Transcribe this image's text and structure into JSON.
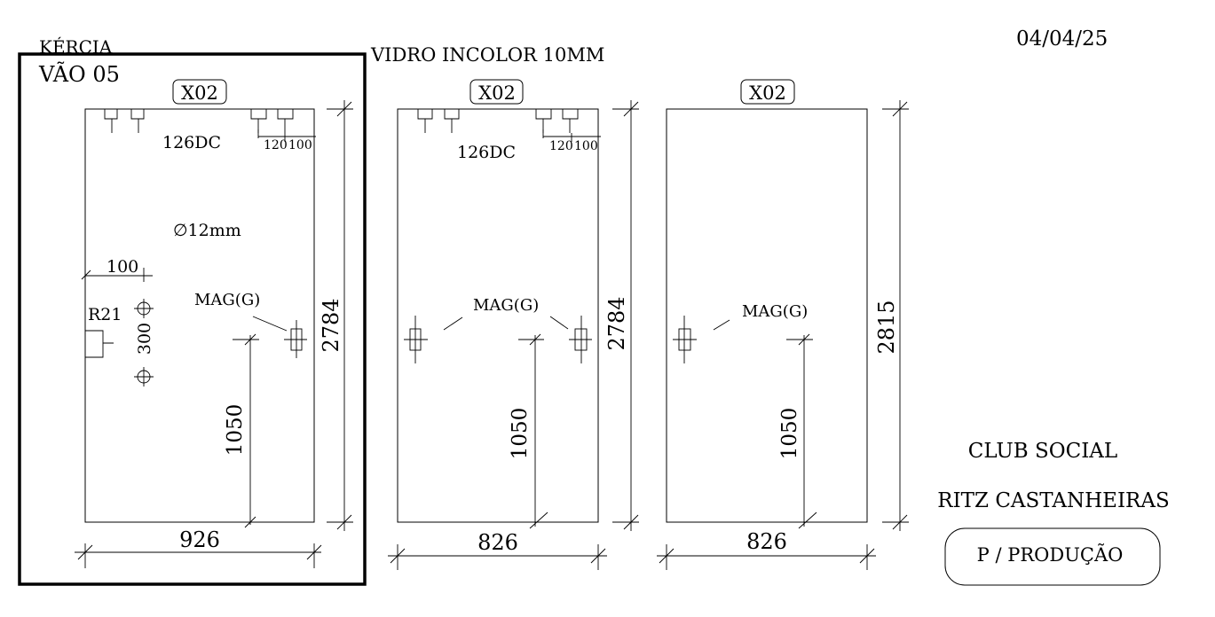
{
  "header": {
    "client": "KÉRCIA",
    "vao": "VÃO  05",
    "glass": "VIDRO INCOLOR 10MM",
    "date": "04/04/25"
  },
  "panels": [
    {
      "code": "X02",
      "width": "926",
      "height": "2784",
      "handle_height": "1050",
      "magnet": "MAG(G)",
      "hinge": "126DC",
      "hinge_dim_a": "120",
      "hinge_dim_b": "100",
      "hole_diameter": "∅12mm",
      "hole_offset": "100",
      "radius": "R21",
      "hole_spacing": "300"
    },
    {
      "code": "X02",
      "width": "826",
      "height": "2784",
      "handle_height": "1050",
      "magnet": "MAG(G)",
      "hinge": "126DC",
      "hinge_dim_a": "120",
      "hinge_dim_b": "100"
    },
    {
      "code": "X02",
      "width": "826",
      "height": "2815",
      "handle_height": "1050",
      "magnet": "MAG(G)"
    }
  ],
  "project": {
    "line1": "CLUB SOCIAL",
    "line2": "RITZ CASTANHEIRAS",
    "stamp": "P / PRODUÇÃO"
  }
}
